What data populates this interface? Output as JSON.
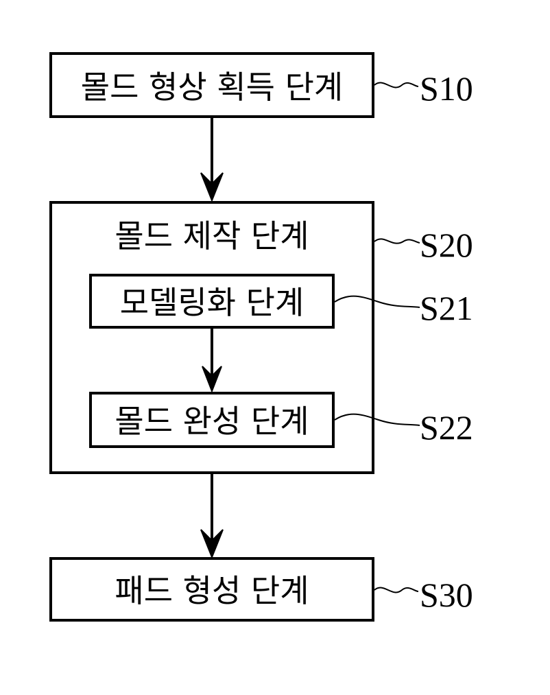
{
  "steps": {
    "s10": {
      "label": "몰드 형상 획득 단계",
      "ref": "S10"
    },
    "s20": {
      "label": "몰드 제작 단계",
      "ref": "S20"
    },
    "s21": {
      "label": "모델링화 단계",
      "ref": "S21"
    },
    "s22": {
      "label": "몰드 완성 단계",
      "ref": "S22"
    },
    "s30": {
      "label": "패드 형성 단계",
      "ref": "S30"
    }
  },
  "colors": {
    "stroke": "#000000",
    "background": "#ffffff"
  }
}
